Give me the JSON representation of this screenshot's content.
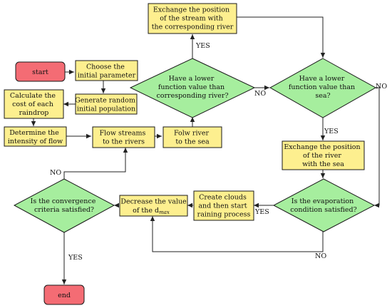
{
  "nodes": {
    "start": {
      "lines": [
        "start"
      ]
    },
    "end": {
      "lines": [
        "end"
      ]
    },
    "choose_param": {
      "lines": [
        "Choose the",
        "initial parameter"
      ]
    },
    "gen_pop": {
      "lines": [
        "Generate random",
        "initial population"
      ]
    },
    "calc_cost": {
      "lines": [
        "Calculate the",
        "cost of each",
        "raindrop"
      ]
    },
    "intensity": {
      "lines": [
        "Determine the",
        "intensity of flow"
      ]
    },
    "flow_streams": {
      "lines": [
        "Flow streams",
        "to the rivers"
      ]
    },
    "flow_river": {
      "lines": [
        "Folw river",
        "to the sea"
      ]
    },
    "exchange_stream": {
      "lines": [
        "Exchange the position",
        "of the stream with",
        "the corresponding river"
      ]
    },
    "q_lower_river": {
      "lines": [
        "Have a lower",
        "function value than",
        "corresponding river?"
      ]
    },
    "q_lower_sea": {
      "lines": [
        "Have a lower",
        "function value than",
        "sea?"
      ]
    },
    "exchange_river": {
      "lines": [
        "Exchange the position",
        "of the river",
        "with the sea"
      ]
    },
    "q_evaporation": {
      "lines": [
        "Is the evaporation",
        "condition satisfied?"
      ]
    },
    "create_clouds": {
      "lines": [
        "Create clouds",
        "and then start",
        "raining process"
      ]
    },
    "decrease_dmax": {
      "lines": [
        "Decrease the value",
        "of the d"
      ],
      "subscript": "max"
    },
    "q_convergence": {
      "lines": [
        "Is the convergence",
        "criteria satisfied?"
      ]
    }
  },
  "edge_labels": {
    "yes_top": "YES",
    "no_middle": "NO",
    "no_right": "NO",
    "yes_sea": "YES",
    "yes_evap": "YES",
    "no_bottom": "NO",
    "no_conv": "NO",
    "yes_conv": "YES"
  }
}
